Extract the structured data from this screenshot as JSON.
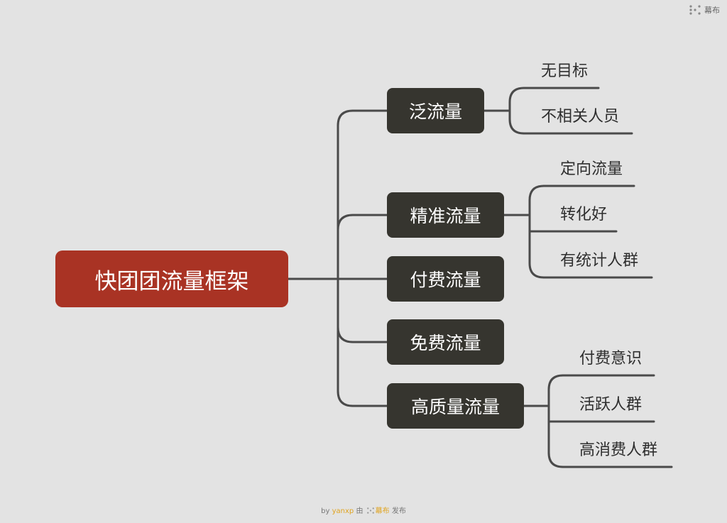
{
  "brand": {
    "name": "幕布",
    "icon": "mubu-logo-icon"
  },
  "root": {
    "label": "快团团流量框架"
  },
  "branches": [
    {
      "label": "泛流量",
      "children": [
        "无目标",
        "不相关人员"
      ]
    },
    {
      "label": "精准流量",
      "children": [
        "定向流量",
        "转化好",
        "有统计人群"
      ]
    },
    {
      "label": "付费流量",
      "children": []
    },
    {
      "label": "免费流量",
      "children": []
    },
    {
      "label": "高质量流量",
      "children": [
        "付费意识",
        "活跃人群",
        "高消费人群"
      ]
    }
  ],
  "footer": {
    "by": "by",
    "author": "yanxp",
    "via": "由",
    "brand": "幕布",
    "published": "发布"
  },
  "colors": {
    "background": "#e3e3e3",
    "root": "#a93324",
    "branch": "#36352f",
    "line": "#4a4a4a",
    "accent": "#e0a420"
  }
}
